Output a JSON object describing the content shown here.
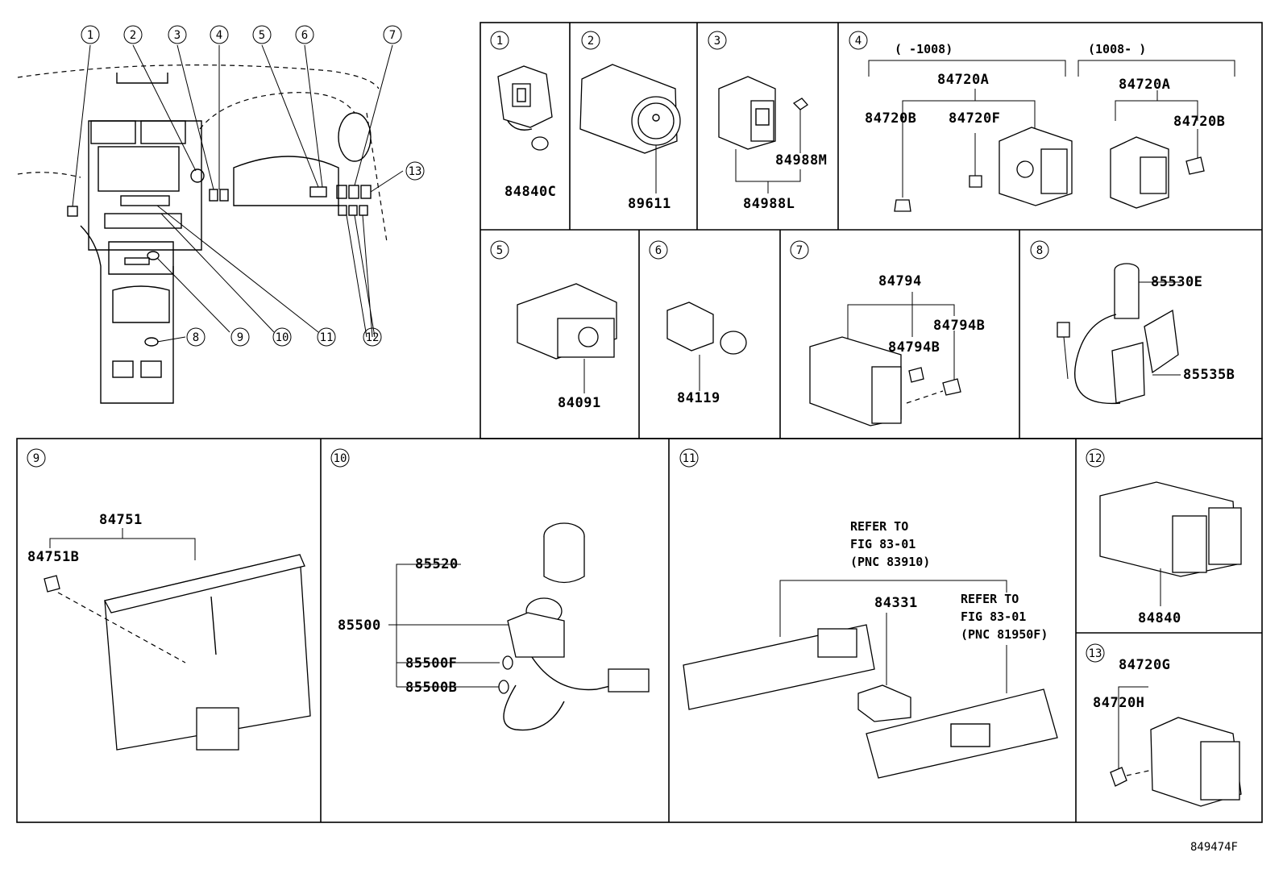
{
  "overview": {
    "callouts": [
      "1",
      "2",
      "3",
      "4",
      "5",
      "6",
      "7",
      "8",
      "9",
      "10",
      "11",
      "12",
      "13"
    ]
  },
  "sections": [
    {
      "num": "1",
      "parts": [
        "84840C"
      ]
    },
    {
      "num": "2",
      "parts": [
        "89611"
      ]
    },
    {
      "num": "3",
      "parts": [
        "84988M",
        "84988L"
      ]
    },
    {
      "num": "4",
      "ranges": [
        "(    -1008)",
        "(1008-    )"
      ],
      "parts": [
        "84720A",
        "84720B",
        "84720F",
        "84720A",
        "84720B"
      ]
    },
    {
      "num": "5",
      "parts": [
        "84091"
      ]
    },
    {
      "num": "6",
      "parts": [
        "84119"
      ]
    },
    {
      "num": "7",
      "parts": [
        "84794",
        "84794B",
        "84794B"
      ]
    },
    {
      "num": "8",
      "parts": [
        "85530E",
        "85535B"
      ]
    },
    {
      "num": "9",
      "parts": [
        "84751",
        "84751B"
      ]
    },
    {
      "num": "10",
      "parts": [
        "85520",
        "85500",
        "85500F",
        "85500B"
      ]
    },
    {
      "num": "11",
      "parts": [
        "84331"
      ],
      "notes": [
        [
          "REFER TO",
          "FIG 83-01",
          "(PNC 83910)"
        ],
        [
          "REFER TO",
          "FIG 83-01",
          "(PNC 81950F)"
        ]
      ]
    },
    {
      "num": "12",
      "parts": [
        "84840"
      ]
    },
    {
      "num": "13",
      "parts": [
        "84720G",
        "84720H"
      ]
    }
  ],
  "figure_id": "849474F"
}
